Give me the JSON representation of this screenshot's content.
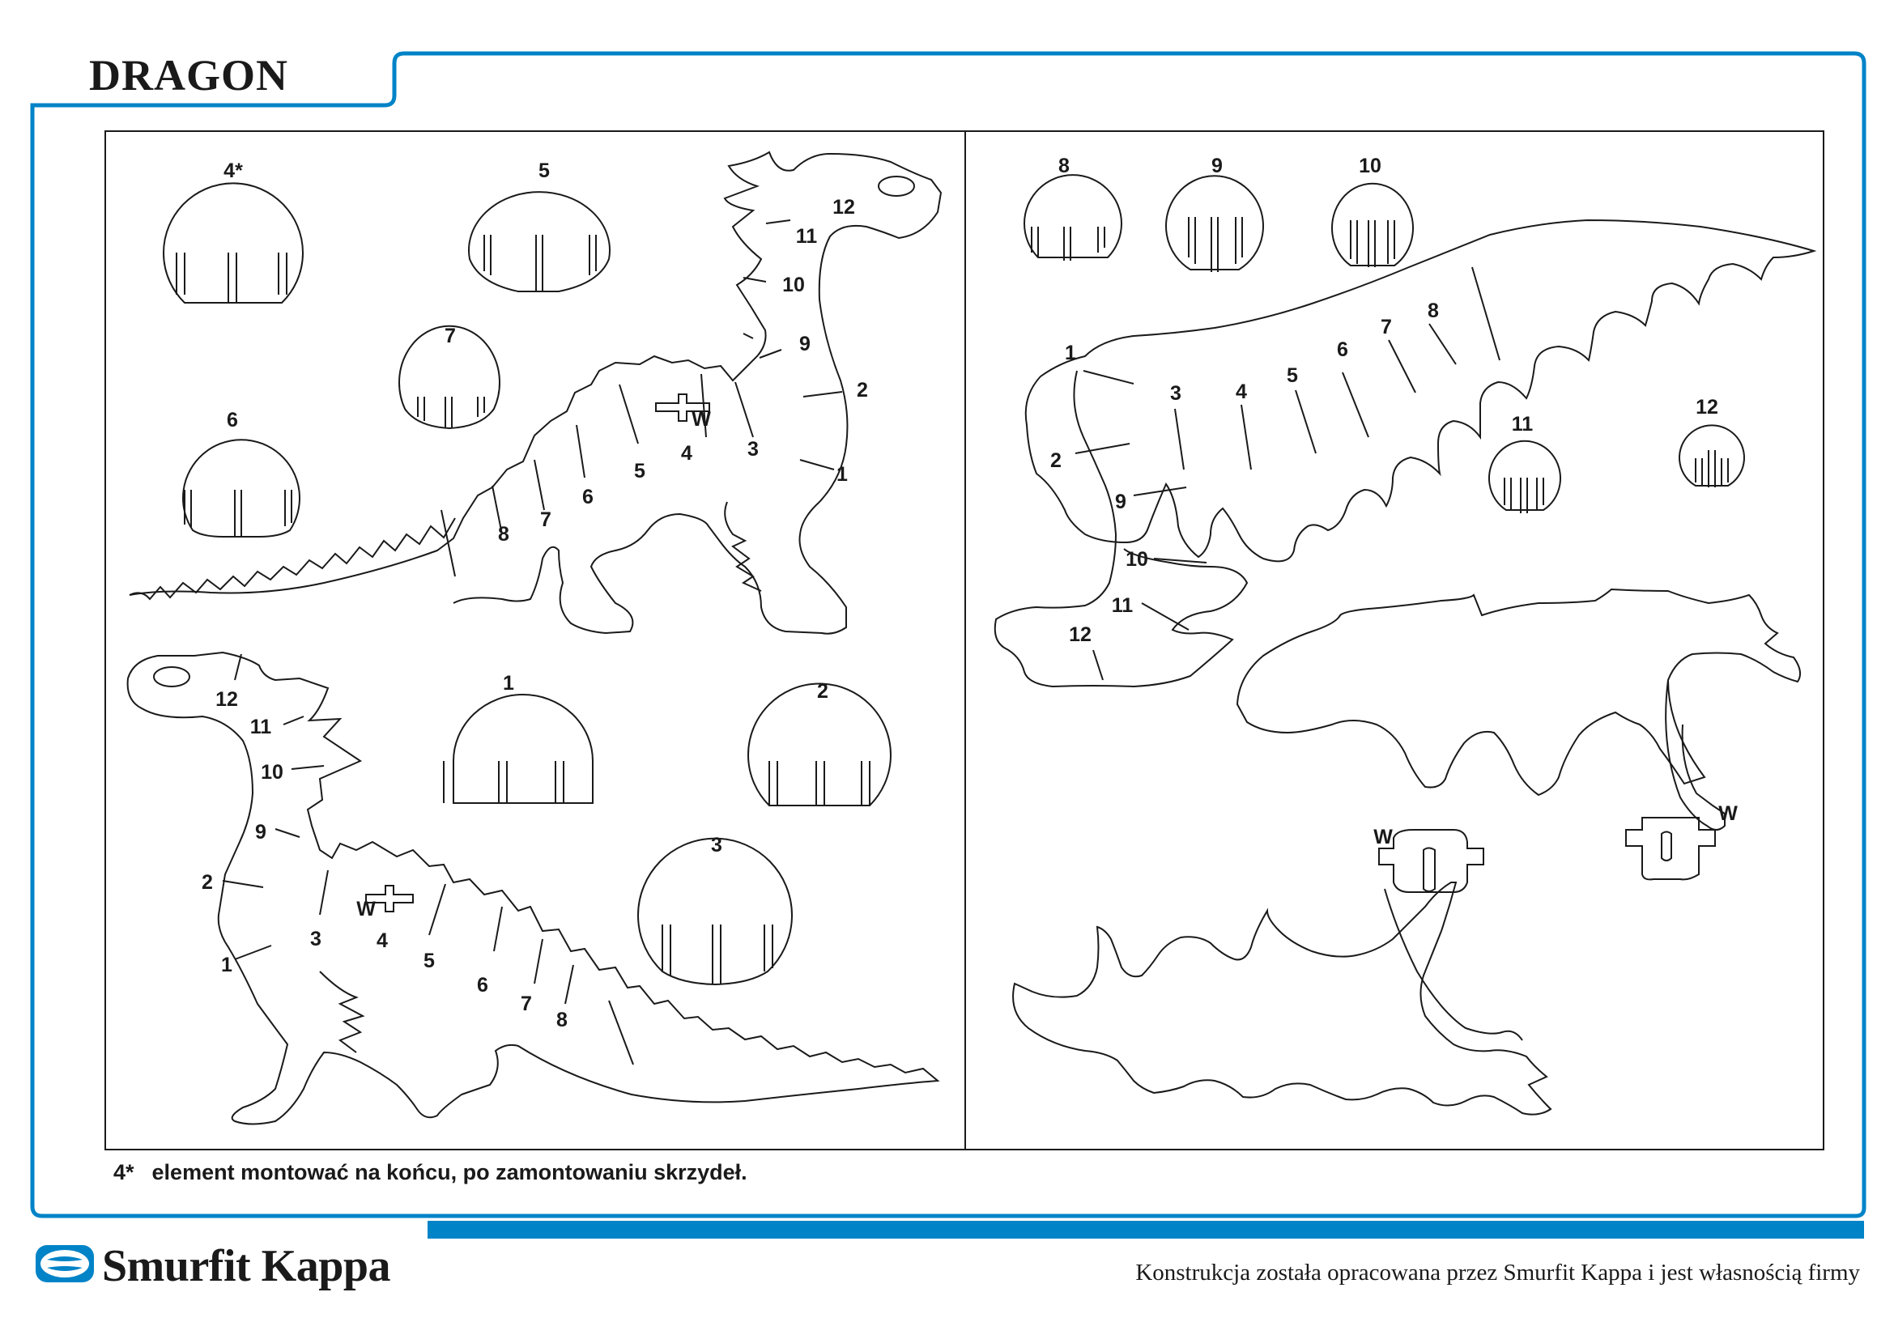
{
  "title": "DRAGON",
  "footnote": {
    "mark": "4*",
    "text": "element montować na końcu, po zamontowaniu skrzydeł."
  },
  "brand": {
    "name": "Smurfit Kappa",
    "logo_icon": "smurfit-kappa-logo-icon"
  },
  "copyright": "Konstrukcja została opracowana przez Smurfit Kappa i jest własnością firmy",
  "colors": {
    "frame": "#0083c7",
    "line": "#1a1a1a",
    "background": "#ffffff"
  },
  "parts": {
    "discs_left": [
      "4*",
      "5",
      "7",
      "6",
      "1",
      "2",
      "3"
    ],
    "discs_right": [
      "8",
      "9",
      "10",
      "11",
      "12"
    ],
    "body_slots": [
      "1",
      "2",
      "3",
      "4",
      "5",
      "6",
      "7",
      "8",
      "9",
      "10",
      "11",
      "12",
      "W"
    ],
    "wing_label": "W"
  }
}
